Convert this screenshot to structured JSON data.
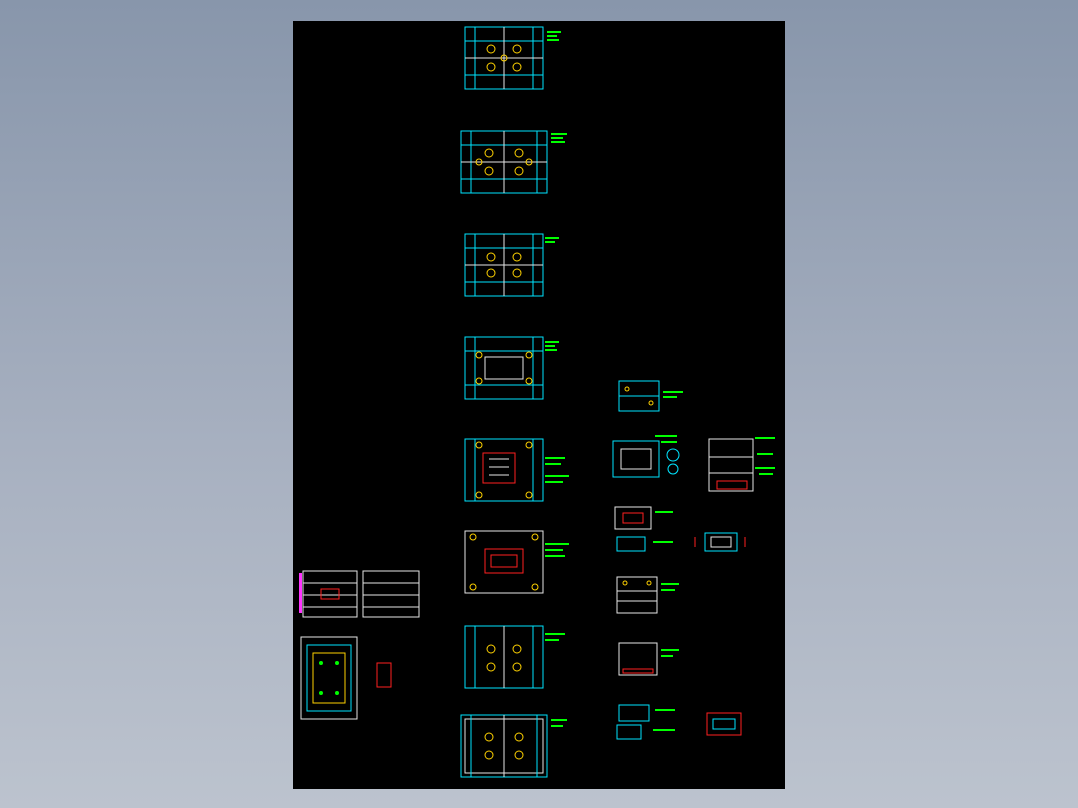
{
  "viewer": {
    "background": "#8896ab",
    "sheet_color": "#000000",
    "colors": {
      "cyan": "#00e5ff",
      "white": "#e6e6e6",
      "yellow": "#ffd200",
      "green": "#00ff00",
      "red": "#ff2020",
      "magenta": "#ff33ff"
    }
  },
  "drawing": {
    "views": [
      {
        "id": "plate-1"
      },
      {
        "id": "plate-2"
      },
      {
        "id": "plate-3"
      },
      {
        "id": "plate-4"
      },
      {
        "id": "plate-5"
      },
      {
        "id": "plate-6"
      },
      {
        "id": "plate-7"
      },
      {
        "id": "plate-8"
      },
      {
        "id": "part-1"
      },
      {
        "id": "part-2"
      },
      {
        "id": "part-3"
      },
      {
        "id": "part-4"
      },
      {
        "id": "part-5"
      },
      {
        "id": "part-6"
      },
      {
        "id": "part-7"
      },
      {
        "id": "part-8"
      },
      {
        "id": "assembly-section"
      },
      {
        "id": "assembly-plan"
      }
    ]
  }
}
